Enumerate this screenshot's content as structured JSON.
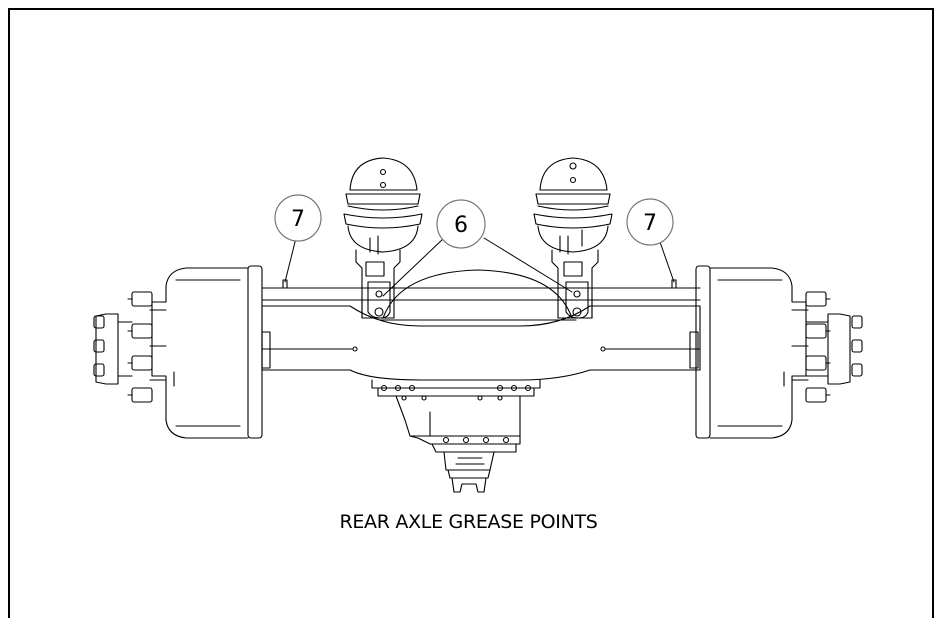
{
  "diagram": {
    "caption": "REAR AXLE GREASE POINTS",
    "callouts": [
      {
        "label": "7",
        "target": "left-axle-grease-point"
      },
      {
        "label": "6",
        "target": "left-brake-chamber-grease-point"
      },
      {
        "label": "6",
        "target": "right-brake-chamber-grease-point"
      },
      {
        "label": "7",
        "target": "right-axle-grease-point"
      }
    ],
    "colors": {
      "line": "#000000",
      "background": "#ffffff"
    }
  }
}
